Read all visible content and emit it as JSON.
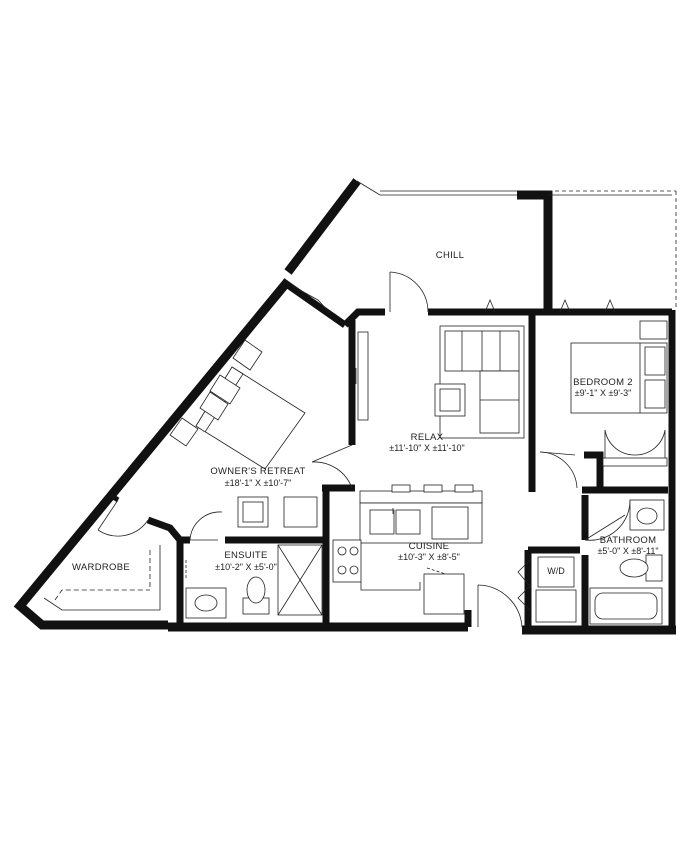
{
  "rooms": {
    "chill": {
      "name": "CHILL"
    },
    "relax": {
      "name": "RELAX",
      "dims": "±11'-10\" X ±11'-10\""
    },
    "owners_retreat": {
      "name": "OWNER'S RETREAT",
      "dims": "±18'-1\" X ±10'-7\""
    },
    "bedroom2": {
      "name": "BEDROOM 2",
      "dims": "±9'-1\" X ±9'-3\""
    },
    "bathroom": {
      "name": "BATHROOM",
      "dims": "±5'-0\" X ±8'-11\""
    },
    "cuisine": {
      "name": "CUISINE",
      "dims": "±10'-3\" X ±8'-5\""
    },
    "ensuite": {
      "name": "ENSUITE",
      "dims": "±10'-2\" X ±5'-0\""
    },
    "wardrobe": {
      "name": "WARDROBE"
    }
  },
  "appliances": {
    "washer_dryer": "W/D"
  }
}
